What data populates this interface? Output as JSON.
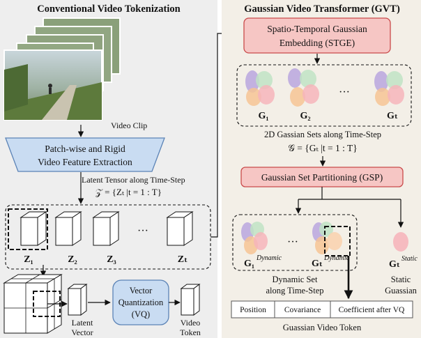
{
  "left_panel": {
    "title": "Conventional Video Tokenization",
    "video_clip_label": "Video Clip",
    "extraction_line1": "Patch-wise and Rigid",
    "extraction_line2": "Video Feature Extraction",
    "latent_tensor_line1": "Latent Tensor along Time-Step",
    "latent_tensor_formula": "𝒵 = {Zₜ |t = 1 : T}",
    "z_labels": [
      "Z₁",
      "Z₂",
      "Z₃",
      "···",
      "Zₜ"
    ],
    "latent_vector_line1": "Latent",
    "latent_vector_line2": "Vector",
    "vq_line1": "Vector",
    "vq_line2": "Quantization",
    "vq_line3": "(VQ)",
    "video_token_line1": "Video",
    "video_token_line2": "Token"
  },
  "right_panel": {
    "title": "Gaussian Video Transformer (GVT)",
    "stge_line1": "Spatio-Temporal Gaussian",
    "stge_line2": "Embedding (STGE)",
    "g_labels": [
      "G₁",
      "G₂",
      "···",
      "Gₜ"
    ],
    "gaussian_sets_line1": "2D Gassian Sets along Time-Step",
    "gaussian_sets_formula": "𝒢 = {Gₜ |t = 1 : T}",
    "gsp_label": "Gaussian Set Partitioning (GSP)",
    "dynamic_g1": "G₁",
    "dynamic_g1_sup": "Dynamic",
    "dynamic_dots": "···",
    "dynamic_gt": "Gₜ",
    "dynamic_gt_sup": "Dynamic",
    "static_g": "Gₜ",
    "static_g_sup": "Static",
    "dynamic_set_line1": "Dynamic Set",
    "dynamic_set_line2": "along Time-Step",
    "static_line1": "Static",
    "static_line2": "Guassian",
    "token_fields": [
      "Position",
      "Covariance",
      "Coefficient after VQ"
    ],
    "token_caption": "Guassian Video Token"
  },
  "colors": {
    "left_bg": "#eeeeee",
    "right_bg": "#f3efe7",
    "pink_box": "#f6c6c4",
    "pink_border": "#c94a4a",
    "blue_box": "#c9dcf2",
    "blue_border": "#5b83b6",
    "gaussian_purple": "#b9a6de",
    "gaussian_green": "#bfe3c4",
    "gaussian_orange": "#f6c494",
    "gaussian_pink": "#f6b5bb",
    "gaussian_peach": "#f9d3b0"
  }
}
